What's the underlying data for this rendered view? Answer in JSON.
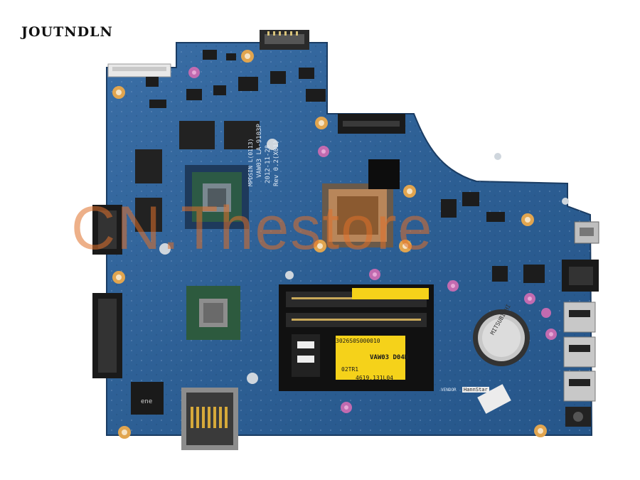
{
  "brand": "JOUTNDLN",
  "watermark": "CN.Thestore",
  "colors": {
    "board": "#2d5f94",
    "board_dark": "#1f4d80",
    "gold": "#e1a54f",
    "sticker": "#f5d21a",
    "watermark": "#e0702a"
  },
  "board": {
    "silkscreen_rotated": [
      "VAW03 LA-9103P",
      "2012-11-28",
      "Rev 0.2(X01)",
      "MPDSIN L(0113)"
    ],
    "vendor_label": "VENDOR",
    "vendor_name": "HannStar",
    "chip_text": "ene",
    "battery_text": "MITSUBISHI"
  },
  "stickers": {
    "yellow_lines": [
      "3026S0S000010",
      "VAW03 D04N",
      "02TR1",
      "4619.131L04"
    ]
  }
}
